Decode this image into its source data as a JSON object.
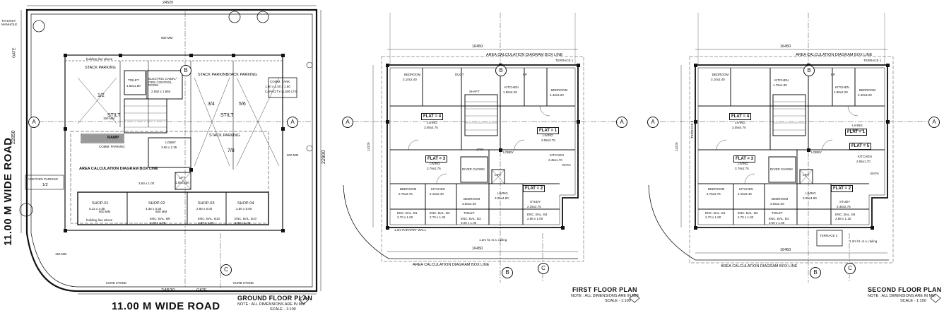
{
  "ground_floor": {
    "title": "GROUND FLOOR PLAN",
    "note": "NOTE : ALL DIMENSIONS ARE IN MM",
    "scale": "SCALE - 1:100",
    "road_left": "11.00 M WIDE ROAD",
    "road_bottom": "11.00 M WIDE ROAD",
    "gate_top": "GATE",
    "gate_bottom": "GATE",
    "to_manhole": "TO EXIST MANHOLE",
    "kurb_stone_1": "KURB STONE",
    "kurb_stone_2": "KURB STONE",
    "dim_top": "24520",
    "dim_bottom": "24520",
    "dim_left": "22850",
    "dim_right": "22900",
    "stack_parking_1": "STACK PARKING",
    "stack_parking_2": "STACK PARKING",
    "stack_parking_3": "STACK PARKING",
    "stack_parking_4": "STACK PARKING",
    "stilt_1": "STILT",
    "stilt_2": "STILT",
    "bay_1_2": "1/2",
    "bay_3_4": "3/4",
    "bay_5_6": "5/6",
    "bay_7_8": "7/8",
    "toilet": "TOILET",
    "toilet_size": "1.55x1.80",
    "electric_cabin": "ELECTRIC CABIN / FIRE CONTROL ROOM",
    "electric_size": "2.550 x 1.850",
    "comm_tank": "COMM. TANK",
    "comm_tank_size": "1.00 x 1.00 x 1.50",
    "comm_tank_capacity": "CAPACITY=1,500 LTS",
    "ramp": "RAMP",
    "comm_parking": "COMM. PARKING",
    "lobby": "LOBBY",
    "lobby_size": "3.65 x 2.35",
    "lift": "LIFT",
    "lift_size": "1.55x1.80",
    "area_box": "AREA CALCULATION DIAGRAM BOX LINE",
    "visitors_parking": "VISITORS PARKING",
    "bay_v": "1/2",
    "shops": [
      {
        "label": "SHOP-01",
        "size": "5.12 x 4.35"
      },
      {
        "label": "SHOP-02",
        "size": "4.35 x 3.35"
      },
      {
        "label": "SHOP-03",
        "size": "2.80 x 5.00"
      },
      {
        "label": "SHOP-04",
        "size": "2.80 x 5.00"
      }
    ],
    "shop_dim": "3.60 x 1.00",
    "enc_bals": [
      {
        "label": "ENC. BAL. B9",
        "size": "4.00 x 1.00"
      },
      {
        "label": "ENC. BAL. B10",
        "size": "2.80 x 1.00"
      },
      {
        "label": "ENC. BAL. B10",
        "size": "2.80 x 1.00"
      }
    ],
    "building_line": "building line above",
    "building_line_2": "building line above",
    "grid_a": "A",
    "grid_b": "B",
    "grid_c": "C",
    "mm_tags": [
      "600 MM",
      "600 MM",
      "600 MM",
      "600 MM",
      "150 MM",
      "150 MM"
    ]
  },
  "first_floor": {
    "title": "FIRST FLOOR PLAN",
    "note": "NOTE : ALL DIMENSIONS ARE IN MM",
    "scale": "SCALE - 1:100",
    "area_box_top": "AREA CALCULATION DIAGRAM BOX LINE",
    "area_box_bottom": "AREA CALCULATION DIAGRAM BOX LINE",
    "parapet": "1.2m PARAPET WALL",
    "flats": [
      "FLAT = 4",
      "FLAT = 1",
      "FLAT = 3",
      "FLAT = 2"
    ],
    "rooms": [
      {
        "name": "BEDROOM",
        "size": "3.10x2.40"
      },
      {
        "name": "KITCHEN",
        "size": "1.80x2.20"
      },
      {
        "name": "BEDROOM",
        "size": "2.40x3.20"
      },
      {
        "name": "LIVING",
        "size": "3.05x4.75"
      },
      {
        "name": "LIVING",
        "size": "3.05x3.75"
      },
      {
        "name": "KITCHEN",
        "size": "2.45x1.70"
      },
      {
        "name": "LIVING",
        "size": "3.79x2.75"
      },
      {
        "name": "BEDROOM",
        "size": "2.75x2.75"
      },
      {
        "name": "KITCHEN",
        "size": "2.16x2.40"
      },
      {
        "name": "BEDROOM",
        "size": "3.00x2.40"
      },
      {
        "name": "LIVING",
        "size": "3.05x4.90"
      },
      {
        "name": "STUDY",
        "size": "2.35x2.75"
      }
    ],
    "terrace": "TERRACE 1",
    "lobby": "LOBBY",
    "lift": "LIFT",
    "duct": "DUCT",
    "kp": "KP",
    "toilet": "TOILET",
    "bath": "BATH",
    "shaft": "SHAFT",
    "diver_chowk": "DIVER CHOWK",
    "enc_bals": [
      {
        "label": "ENC. BAL. B1",
        "size": "2.70 x 1.00"
      },
      {
        "label": "ENC. BAL. B2",
        "size": "2.70 x 1.00"
      },
      {
        "label": "ENC. BAL. B3",
        "size": "3.00 x 1.00"
      },
      {
        "label": "ENC. BAL. B4",
        "size": "2.88 x 1.00"
      }
    ],
    "dim_bottom": "16450",
    "dim_top": "16450",
    "dim_left": "14220",
    "dim_mid": "1700",
    "railing": "1.2m ht. m.s. railing",
    "grid_a": "A",
    "grid_b": "B",
    "grid_c": "C"
  },
  "second_floor": {
    "title": "SECOND FLOOR PLAN",
    "note": "NOTE : ALL DIMENSIONS ARE IN MM",
    "scale": "SCALE - 1:100",
    "area_box_top": "AREA CALCULATION DIAGRAM BOX LINE",
    "area_box_bottom": "AREA CALCULATION DIAGRAM BOX LINE",
    "flats": [
      "FLAT = 4",
      "FLAT = 1",
      "FLAT = 3",
      "FLAT = 2",
      "FLAT = 5"
    ],
    "rooms": [
      {
        "name": "BEDROOM",
        "size": "3.10x2.40"
      },
      {
        "name": "KITCHEN",
        "size": "1.75x1.80"
      },
      {
        "name": "KITCHEN",
        "size": "1.80x2.20"
      },
      {
        "name": "BEDROOM",
        "size": "2.40x3.20"
      },
      {
        "name": "LIVING",
        "size": "3.05x4.75"
      },
      {
        "name": "LIVING",
        "size": "3.95x2.75"
      },
      {
        "name": "KITCHEN",
        "size": "2.65x1.70"
      },
      {
        "name": "LIVING",
        "size": "3.79x2.75"
      },
      {
        "name": "BEDROOM",
        "size": "2.75x2.75"
      },
      {
        "name": "KITCHEN",
        "size": "2.15x2.40"
      },
      {
        "name": "BEDROOM",
        "size": "3.05x2.40"
      },
      {
        "name": "LIVING",
        "size": "3.05x4.90"
      },
      {
        "name": "STUDY",
        "size": "2.35x2.75"
      }
    ],
    "terrace_1": "TERRACE 1",
    "terrace_2": "TERRACE 2",
    "terrace_3": "TERRACE 3",
    "lobby": "LOBBY",
    "lift": "LIFT",
    "kp": "KP",
    "bath": "BATH",
    "toilet": "TOILET",
    "diver_chowk": "DIVER CHOWK",
    "enc_bals": [
      {
        "label": "ENC. BAL. B1",
        "size": "2.70 x 1.00"
      },
      {
        "label": "ENC. BAL. B2",
        "size": "2.70 x 1.00"
      },
      {
        "label": "ENC. BAL. B3",
        "size": "3.00 x 1.00"
      },
      {
        "label": "ENC. BAL. B4",
        "size": "2.88 x 1.15"
      }
    ],
    "dim_bottom": "16450",
    "dim_top": "16450",
    "dim_left": "14220",
    "railing": "1.2m ht. m.s. railing",
    "grid_a": "A",
    "grid_b": "B",
    "grid_c": "C"
  }
}
